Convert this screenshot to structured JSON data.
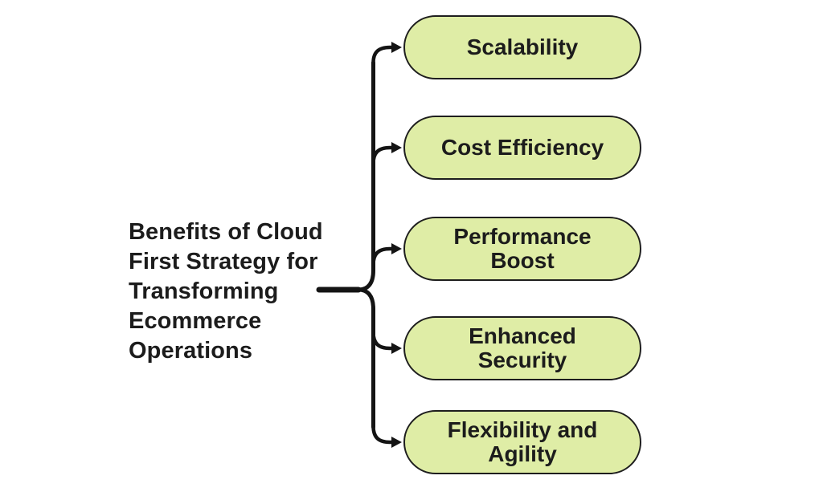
{
  "diagram": {
    "title": "Benefits of Cloud First Strategy for Transforming Ecommerce Operations",
    "nodes": [
      {
        "label": "Scalability"
      },
      {
        "label": "Cost Efficiency"
      },
      {
        "label": "Performance Boost"
      },
      {
        "label": "Enhanced Security"
      },
      {
        "label": "Flexibility and Agility"
      }
    ],
    "colors": {
      "background": "#ffffff",
      "node_fill": "#dfeda6",
      "node_border": "#1e1e1e",
      "connector": "#141414",
      "text": "#1c1c1c"
    }
  }
}
